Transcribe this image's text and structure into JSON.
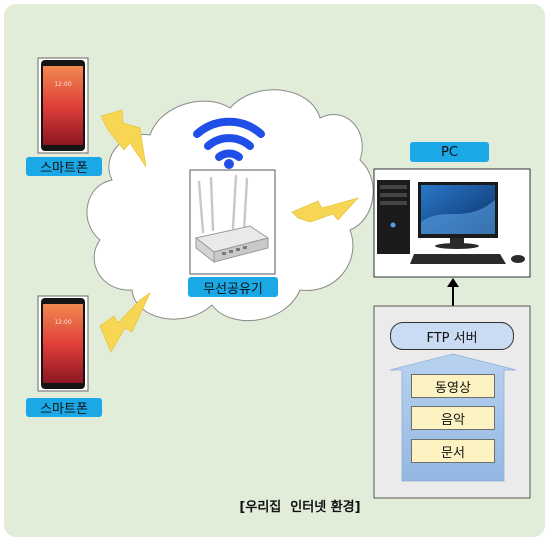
{
  "smartphone_top_label": "스마트폰",
  "smartphone_bottom_label": "스마트폰",
  "router_label": "무선공유기",
  "pc_label": "PC",
  "server": {
    "title": "FTP 서버",
    "items": [
      "동영상",
      "음악",
      "문서"
    ]
  },
  "caption": "[우리집  인터넷 환경]",
  "colors": {
    "background": "#e2edd9",
    "label_blue": "#1aa8e6",
    "wifi_blue": "#1f4ee8",
    "lightning": "#f6d653",
    "item_fill": "#fdf3c2",
    "server_box": "#ebebeb",
    "arrow_fill": "#a9c7ea"
  },
  "icons": [
    "smartphone-icon",
    "lightning-icon",
    "wifi-icon",
    "router-icon",
    "desktop-pc-icon",
    "upload-arrow-icon"
  ]
}
